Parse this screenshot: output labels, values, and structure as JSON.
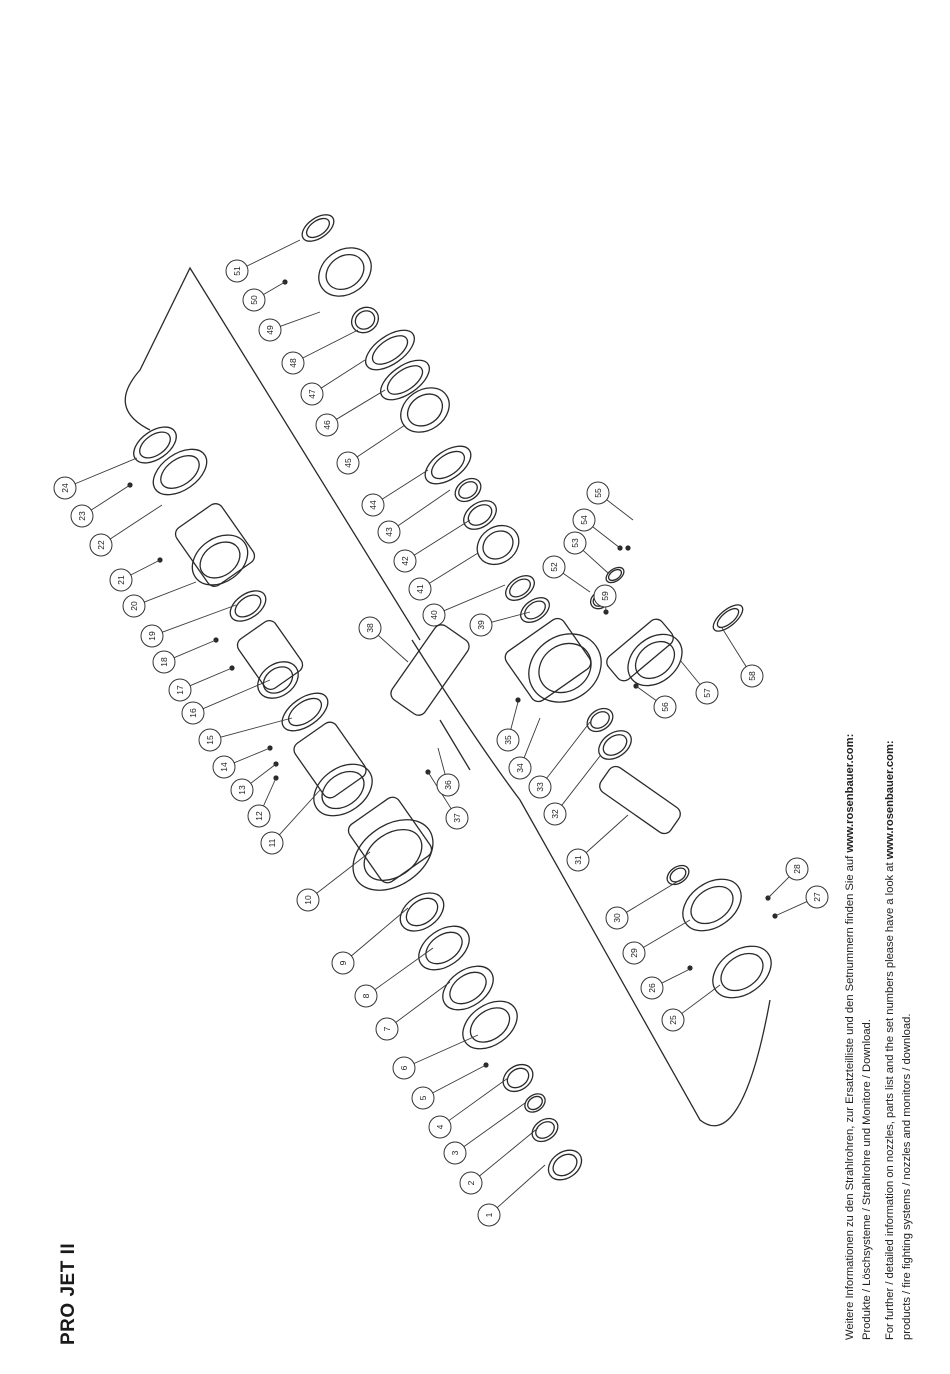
{
  "title": "PRO JET II",
  "footer": {
    "de_line1": "Weitere Informationen zu den Strahlrohren, zur Ersatzteilliste und den Setnummern finden Sie auf ",
    "de_link": "www.rosenbauer.com:",
    "de_line2": "Produkte / Löschsysteme / Strahlrohre und Monitore / Download.",
    "en_line1": "For further / detailed information on nozzles, parts list and the set numbers please have a look at ",
    "en_link": "www.rosenbauer.com:",
    "en_line2": "products / fire fighting systems / nozzles and monitors / download."
  },
  "callouts": [
    {
      "label": "1"
    },
    {
      "label": "2"
    },
    {
      "label": "3"
    },
    {
      "label": "4"
    },
    {
      "label": "5"
    },
    {
      "label": "6"
    },
    {
      "label": "7"
    },
    {
      "label": "8"
    },
    {
      "label": "9"
    },
    {
      "label": "10"
    },
    {
      "label": "11"
    },
    {
      "label": "12"
    },
    {
      "label": "13"
    },
    {
      "label": "14"
    },
    {
      "label": "15"
    },
    {
      "label": "16"
    },
    {
      "label": "17"
    },
    {
      "label": "18"
    },
    {
      "label": "19"
    },
    {
      "label": "20"
    },
    {
      "label": "21"
    },
    {
      "label": "22"
    },
    {
      "label": "23"
    },
    {
      "label": "24"
    },
    {
      "label": "51"
    },
    {
      "label": "50"
    },
    {
      "label": "49"
    },
    {
      "label": "48"
    },
    {
      "label": "47"
    },
    {
      "label": "46"
    },
    {
      "label": "45"
    },
    {
      "label": "44"
    },
    {
      "label": "43"
    },
    {
      "label": "42"
    },
    {
      "label": "41"
    },
    {
      "label": "40"
    },
    {
      "label": "39"
    },
    {
      "label": "38"
    },
    {
      "label": "37"
    },
    {
      "label": "36"
    },
    {
      "label": "35"
    },
    {
      "label": "34"
    },
    {
      "label": "33"
    },
    {
      "label": "32"
    },
    {
      "label": "31"
    },
    {
      "label": "30"
    },
    {
      "label": "29"
    },
    {
      "label": "28"
    },
    {
      "label": "27"
    },
    {
      "label": "26"
    },
    {
      "label": "25"
    },
    {
      "label": "52"
    },
    {
      "label": "53"
    },
    {
      "label": "54"
    },
    {
      "label": "55"
    },
    {
      "label": "56"
    },
    {
      "label": "57"
    },
    {
      "label": "58"
    },
    {
      "label": "59"
    }
  ]
}
